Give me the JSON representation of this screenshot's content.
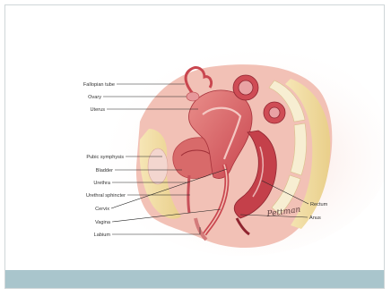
{
  "labels": {
    "fallopian_tube": "Fallopian tube",
    "ovary": "Ovary",
    "uterus": "Uterus",
    "pubic_symphysis": "Pubic symphysis",
    "bladder": "Bladder",
    "urethra": "Urethra",
    "urethral_sphincter": "Urethral sphincter",
    "cervix": "Cervix",
    "vagina": "Vagina",
    "labium": "Labium",
    "rectum": "Rectum",
    "anus": "Anus"
  },
  "signature": "Pettman",
  "colors": {
    "slide_band": "#a9c5cc",
    "tissue_pink": "#e8a5a0",
    "organ_red": "#c23b45",
    "fat_yellow": "#f0dca0"
  }
}
